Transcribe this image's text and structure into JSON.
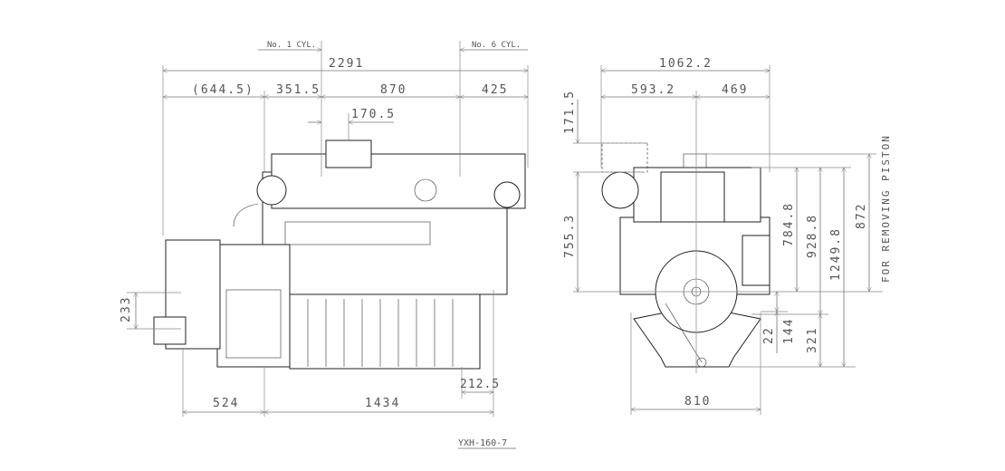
{
  "drawing_code": "YXH-160-7",
  "side_view": {
    "cyl1_label": "No. 1 CYL.",
    "cyl6_label": "No. 6 CYL.",
    "overall_length": "2291",
    "seg_gear": "(644.5)",
    "seg_front": "351.5",
    "seg_cylinders": "870",
    "seg_rear": "425",
    "exhaust_offset": "170.5",
    "shaft_height": "233",
    "base_gear": "524",
    "base_engine": "1434",
    "rear_overhang": "212.5"
  },
  "front_view": {
    "overall_width": "1062.2",
    "width_left": "593.2",
    "width_right": "469",
    "exhaust_height": "171.5",
    "upper_height": "755.3",
    "h_784": "784.8",
    "h_928": "928.8",
    "h_1249": "1249.8",
    "piston_clearance": "872",
    "piston_note": "FOR REMOVING PISTON",
    "h_22": "22",
    "h_144": "144",
    "h_321": "321",
    "base_width": "810"
  }
}
